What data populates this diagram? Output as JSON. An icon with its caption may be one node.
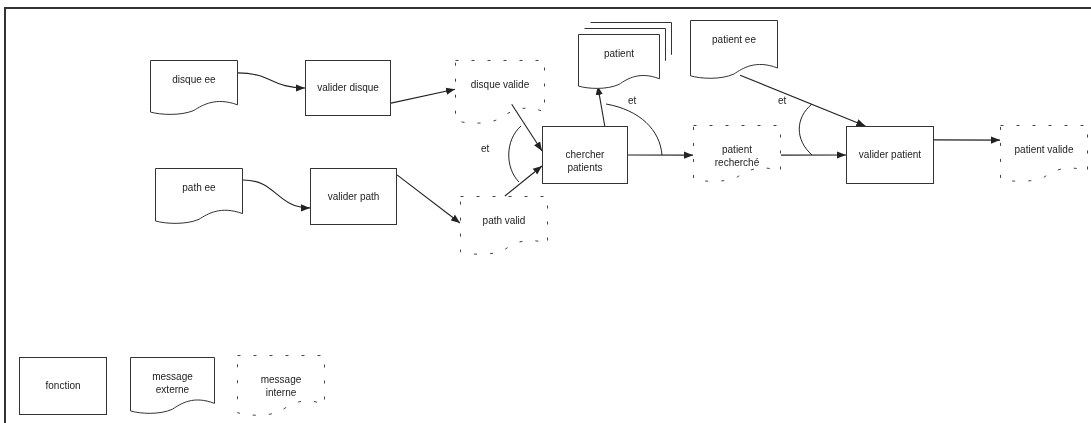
{
  "diagram": {
    "nodes": [
      {
        "text": [
          "disque ee"
        ]
      },
      {
        "text": [
          "valider disque"
        ]
      },
      {
        "text": [
          "disque valide"
        ]
      },
      {
        "text": [
          "chercher patients"
        ]
      },
      {
        "text": [
          "patient"
        ]
      },
      {
        "text": [
          "patient ee"
        ]
      },
      {
        "text": [
          "patient recherché"
        ]
      },
      {
        "text": [
          "valider patient"
        ]
      },
      {
        "text": [
          "patient valide"
        ]
      },
      {
        "text": [
          "path ee"
        ]
      },
      {
        "text": [
          "valider path"
        ]
      },
      {
        "text": [
          "path valid"
        ]
      },
      {
        "text": [
          "fonction"
        ]
      },
      {
        "text": [
          "message externe"
        ]
      },
      {
        "text": [
          "message interne"
        ]
      }
    ],
    "edges": [
      {
        "from": 0,
        "to": 1,
        "arrow": "to"
      },
      {
        "from": 1,
        "to": 2,
        "arrow": "to"
      },
      {
        "from": 9,
        "to": 10,
        "arrow": "to"
      },
      {
        "from": 10,
        "to": 11,
        "arrow": "to"
      },
      {
        "from": 2,
        "to": 3,
        "arrow": "to"
      },
      {
        "from": 11,
        "to": 3,
        "arrow": "to"
      },
      {
        "from": 3,
        "to": 4,
        "arrow": "to"
      },
      {
        "from": 3,
        "to": 6,
        "arrow": "to"
      },
      {
        "from": 6,
        "to": 7,
        "arrow": "to"
      },
      {
        "from": 5,
        "to": 7,
        "arrow": "to"
      },
      {
        "from": 7,
        "to": 8,
        "arrow": "to"
      }
    ],
    "labels": [
      "et",
      "et",
      "et"
    ]
  }
}
